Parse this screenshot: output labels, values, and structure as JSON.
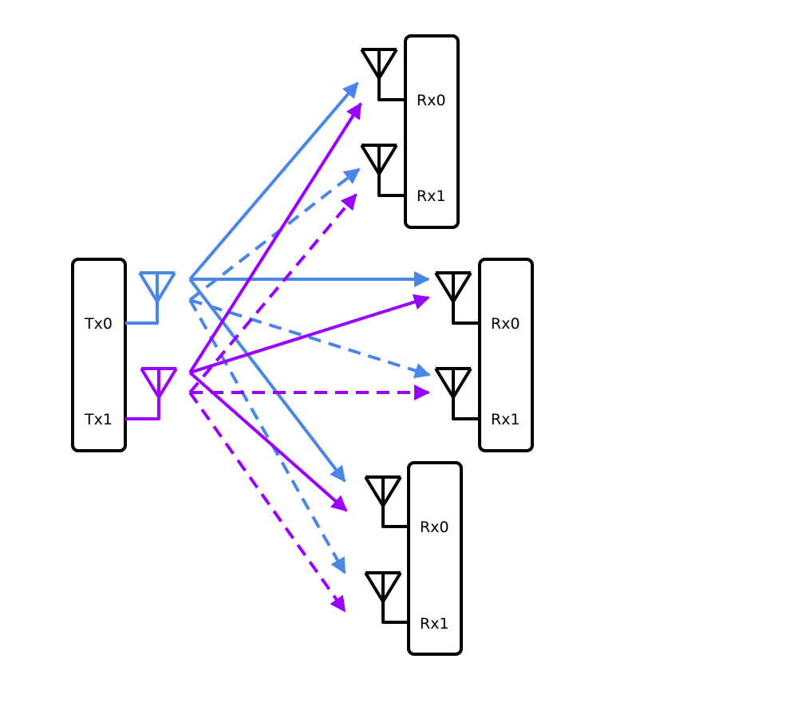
{
  "transmitter": {
    "labels": [
      "Tx0",
      "Tx1"
    ]
  },
  "receivers": [
    {
      "labels": [
        "Rx0",
        "Rx1"
      ]
    },
    {
      "labels": [
        "Rx0",
        "Rx1"
      ]
    },
    {
      "labels": [
        "Rx0",
        "Rx1"
      ]
    }
  ],
  "colors": {
    "tx0_path": "#4a86e8",
    "tx1_path": "#9900ff",
    "outline": "#000000"
  },
  "link_styles": {
    "to_rx0": "solid",
    "to_rx1": "dashed"
  }
}
